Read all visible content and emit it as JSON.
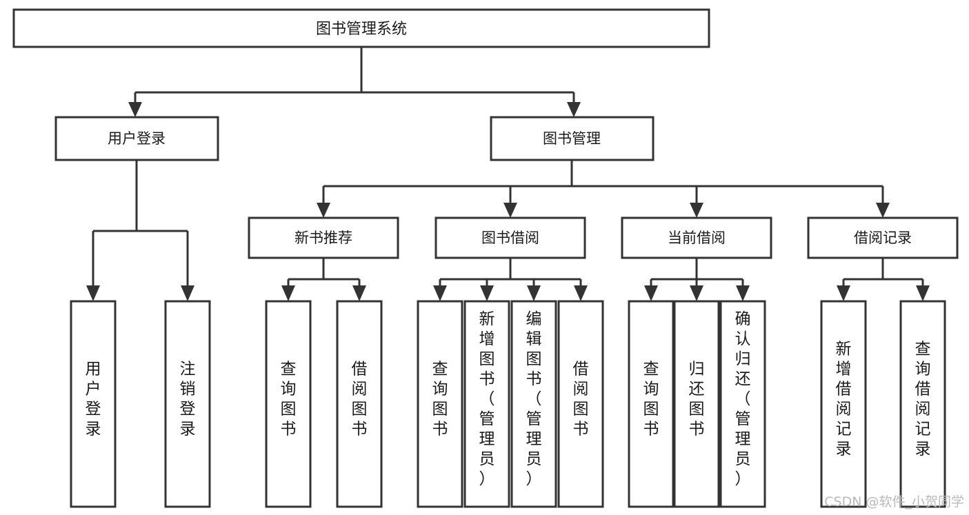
{
  "diagram": {
    "type": "tree",
    "title": "图书管理系统",
    "orientation": "top-down",
    "colors": {
      "box_stroke": "#333333",
      "box_fill": "#ffffff",
      "text": "#1a1a1a",
      "connector": "#333333",
      "watermark": "#b9b9b9"
    },
    "levels": {
      "root": "图书管理系统",
      "level2": [
        "用户登录",
        "图书管理"
      ],
      "level3": [
        "新书推荐",
        "图书借阅",
        "当前借阅",
        "借阅记录"
      ],
      "leaves": [
        "用户登录",
        "注销登录",
        "查询图书",
        "借阅图书",
        "查询图书",
        "新增图书（管理员）",
        "编辑图书（管理员）",
        "借阅图书",
        "查询图书",
        "归还图书",
        "确认归还（管理员）",
        "新增借阅记录",
        "查询借阅记录"
      ]
    },
    "nodes": {
      "root": {
        "label": "图书管理系统"
      },
      "user_login": {
        "label": "用户登录"
      },
      "book_manage": {
        "label": "图书管理"
      },
      "new_book_rec": {
        "label": "新书推荐"
      },
      "book_borrow": {
        "label": "图书借阅"
      },
      "current_borrow": {
        "label": "当前借阅"
      },
      "borrow_record": {
        "label": "借阅记录"
      },
      "leaf_user_login": {
        "label": "用户登录"
      },
      "leaf_logout": {
        "label": "注销登录"
      },
      "leaf_query_book_1": {
        "label": "查询图书"
      },
      "leaf_borrow_book_1": {
        "label": "借阅图书"
      },
      "leaf_query_book_2": {
        "label": "查询图书"
      },
      "leaf_add_book": {
        "label": "新增图书（管理员）"
      },
      "leaf_edit_book": {
        "label": "编辑图书（管理员）"
      },
      "leaf_borrow_book_2": {
        "label": "借阅图书"
      },
      "leaf_query_book_3": {
        "label": "查询图书"
      },
      "leaf_return_book": {
        "label": "归还图书"
      },
      "leaf_confirm_return": {
        "label": "确认归还（管理员）"
      },
      "leaf_add_record": {
        "label": "新增借阅记录"
      },
      "leaf_query_record": {
        "label": "查询借阅记录"
      }
    },
    "leaf_lines": {
      "leaf_user_login": [
        "用",
        "户",
        "登",
        "录"
      ],
      "leaf_logout": [
        "注",
        "销",
        "登",
        "录"
      ],
      "leaf_query_book_1": [
        "查",
        "询",
        "图",
        "书"
      ],
      "leaf_borrow_book_1": [
        "借",
        "阅",
        "图",
        "书"
      ],
      "leaf_query_book_2": [
        "查",
        "询",
        "图",
        "书"
      ],
      "leaf_add_book": [
        "新",
        "增",
        "图",
        "书",
        "（",
        "管",
        "理",
        "员",
        "）"
      ],
      "leaf_edit_book": [
        "编",
        "辑",
        "图",
        "书",
        "（",
        "管",
        "理",
        "员",
        "）"
      ],
      "leaf_borrow_book_2": [
        "借",
        "阅",
        "图",
        "书"
      ],
      "leaf_query_book_3": [
        "查",
        "询",
        "图",
        "书"
      ],
      "leaf_return_book": [
        "归",
        "还",
        "图",
        "书"
      ],
      "leaf_confirm_return": [
        "确",
        "认",
        "归",
        "还",
        "（",
        "管",
        "理",
        "员",
        "）"
      ],
      "leaf_add_record": [
        "新",
        "增",
        "借",
        "阅",
        "记",
        "录"
      ],
      "leaf_query_record": [
        "查",
        "询",
        "借",
        "阅",
        "记",
        "录"
      ]
    },
    "edges": [
      {
        "from": "root",
        "to": "user_login"
      },
      {
        "from": "root",
        "to": "book_manage"
      },
      {
        "from": "user_login",
        "to": "leaf_user_login"
      },
      {
        "from": "user_login",
        "to": "leaf_logout"
      },
      {
        "from": "book_manage",
        "to": "new_book_rec"
      },
      {
        "from": "book_manage",
        "to": "book_borrow"
      },
      {
        "from": "book_manage",
        "to": "current_borrow"
      },
      {
        "from": "book_manage",
        "to": "borrow_record"
      },
      {
        "from": "new_book_rec",
        "to": "leaf_query_book_1"
      },
      {
        "from": "new_book_rec",
        "to": "leaf_borrow_book_1"
      },
      {
        "from": "book_borrow",
        "to": "leaf_query_book_2"
      },
      {
        "from": "book_borrow",
        "to": "leaf_add_book"
      },
      {
        "from": "book_borrow",
        "to": "leaf_edit_book"
      },
      {
        "from": "book_borrow",
        "to": "leaf_borrow_book_2"
      },
      {
        "from": "current_borrow",
        "to": "leaf_query_book_3"
      },
      {
        "from": "current_borrow",
        "to": "leaf_return_book"
      },
      {
        "from": "current_borrow",
        "to": "leaf_confirm_return"
      },
      {
        "from": "borrow_record",
        "to": "leaf_add_record"
      },
      {
        "from": "borrow_record",
        "to": "leaf_query_record"
      }
    ]
  },
  "watermark": {
    "text": "CSDN @软件_小贺同学"
  }
}
